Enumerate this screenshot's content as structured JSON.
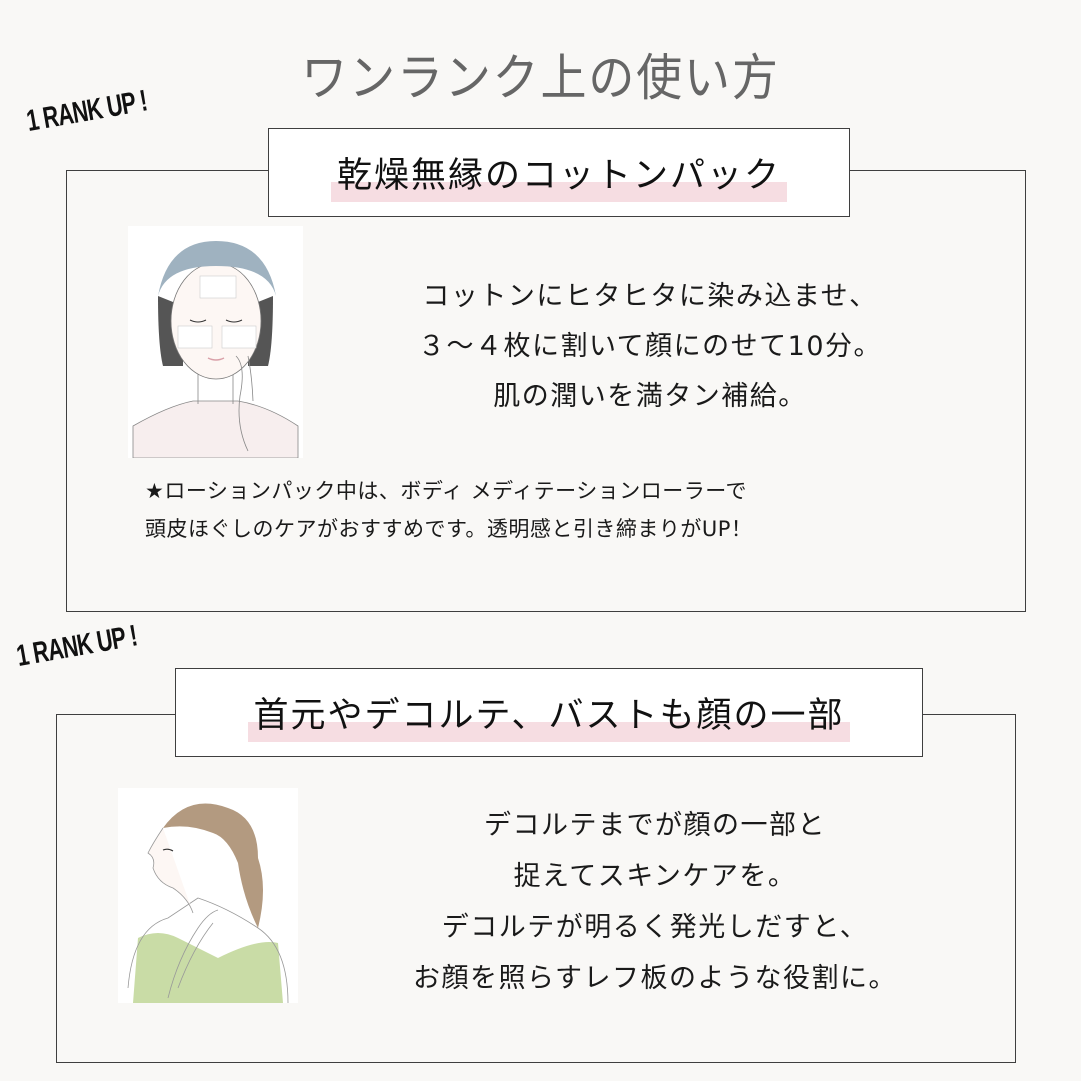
{
  "page": {
    "title": "ワンランク上の使い方",
    "background_color": "#f9f8f6",
    "border_color": "#3f3f3f",
    "highlight_color": "#f6dde2",
    "title_color": "#666666"
  },
  "sections": [
    {
      "badge": "1 RANK UP !",
      "heading": "乾燥無縁のコットンパック",
      "illustration": "woman-with-cotton-pads-on-face",
      "body_lines": [
        "コットンにヒタヒタに染み込ませ、",
        "３～４枚に割いて顔にのせて10分。",
        "肌の潤いを満タン補給。"
      ],
      "note_lines": [
        "★ローションパック中は、ボディ メディテーションローラーで",
        "頭皮ほぐしのケアがおすすめです。透明感と引き締まりがUP！"
      ]
    },
    {
      "badge": "1 RANK UP !",
      "heading": "首元やデコルテ、バストも顔の一部",
      "illustration": "woman-touching-neck-decollete",
      "body_lines": [
        "デコルテまでが顔の一部と",
        "捉えてスキンケアを。",
        "デコルテが明るく発光しだすと、",
        "お顔を照らすレフ板のような役割に。"
      ]
    }
  ]
}
